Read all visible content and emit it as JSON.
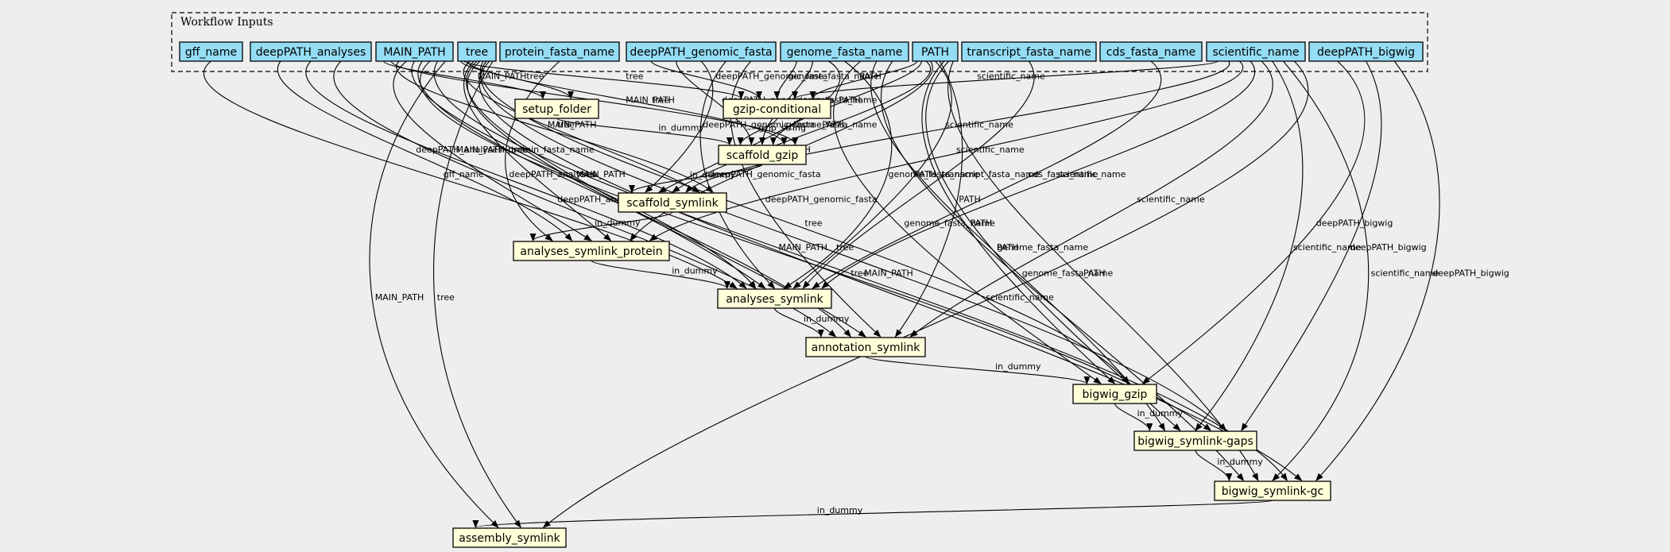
{
  "cluster": {
    "title": "Workflow Inputs"
  },
  "colors": {
    "input_fill": "#94ddf4",
    "step_fill": "#ffffd8",
    "background": "#eeeeee"
  },
  "inputs": [
    {
      "id": "gff_name",
      "label": "gff_name"
    },
    {
      "id": "deepPATH_analyses",
      "label": "deepPATH_analyses"
    },
    {
      "id": "MAIN_PATH",
      "label": "MAIN_PATH"
    },
    {
      "id": "tree",
      "label": "tree"
    },
    {
      "id": "protein_fasta_name",
      "label": "protein_fasta_name"
    },
    {
      "id": "deepPATH_genomic_fasta",
      "label": "deepPATH_genomic_fasta"
    },
    {
      "id": "genome_fasta_name",
      "label": "genome_fasta_name"
    },
    {
      "id": "PATH",
      "label": "PATH"
    },
    {
      "id": "transcript_fasta_name",
      "label": "transcript_fasta_name"
    },
    {
      "id": "cds_fasta_name",
      "label": "cds_fasta_name"
    },
    {
      "id": "scientific_name",
      "label": "scientific_name"
    },
    {
      "id": "deepPATH_bigwig",
      "label": "deepPATH_bigwig"
    }
  ],
  "steps": [
    {
      "id": "setup_folder",
      "label": "setup_folder"
    },
    {
      "id": "gzip_conditional",
      "label": "gzip-conditional"
    },
    {
      "id": "scaffold_gzip",
      "label": "scaffold_gzip"
    },
    {
      "id": "scaffold_symlink",
      "label": "scaffold_symlink"
    },
    {
      "id": "analyses_symlink_protein",
      "label": "analyses_symlink_protein"
    },
    {
      "id": "analyses_symlink",
      "label": "analyses_symlink"
    },
    {
      "id": "annotation_symlink",
      "label": "annotation_symlink"
    },
    {
      "id": "bigwig_gzip",
      "label": "bigwig_gzip"
    },
    {
      "id": "bigwig_symlink_gaps",
      "label": "bigwig_symlink-gaps"
    },
    {
      "id": "bigwig_symlink_gc",
      "label": "bigwig_symlink-gc"
    },
    {
      "id": "assembly_symlink",
      "label": "assembly_symlink"
    }
  ],
  "edges": [
    {
      "from": "MAIN_PATH",
      "to": "setup_folder",
      "label": "MAIN_PATH"
    },
    {
      "from": "tree",
      "to": "setup_folder",
      "label": "tree"
    },
    {
      "from": "tree",
      "to": "gzip_conditional",
      "label": "tree"
    },
    {
      "from": "deepPATH_genomic_fasta",
      "to": "gzip_conditional",
      "label": "deepPATH_genomic_fasta"
    },
    {
      "from": "genome_fasta_name",
      "to": "gzip_conditional",
      "label": "genome_fasta_name"
    },
    {
      "from": "scientific_name",
      "to": "gzip_conditional",
      "label": "scientific_name"
    },
    {
      "from": "PATH",
      "to": "gzip_conditional",
      "label": "PATH"
    },
    {
      "from": "setup_folder",
      "to": "scaffold_gzip",
      "label": "in_dummy"
    },
    {
      "from": "gzip_conditional",
      "to": "scaffold_gzip",
      "label": "gzip_string"
    },
    {
      "from": "deepPATH_genomic_fasta",
      "to": "scaffold_gzip",
      "label": "deepPATH_genomic_fasta"
    },
    {
      "from": "genome_fasta_name",
      "to": "scaffold_gzip",
      "label": "genome_fasta_name"
    },
    {
      "from": "PATH",
      "to": "scaffold_gzip",
      "label": "PATH"
    },
    {
      "from": "tree",
      "to": "scaffold_gzip",
      "label": "tree"
    },
    {
      "from": "MAIN_PATH",
      "to": "scaffold_gzip",
      "label": "MAIN_PATH"
    },
    {
      "from": "scaffold_gzip",
      "to": "scaffold_symlink",
      "label": "in_dummy"
    },
    {
      "from": "deepPATH_genomic_fasta",
      "to": "scaffold_symlink",
      "label": "deepPATH_genomic_fasta"
    },
    {
      "from": "genome_fasta_name",
      "to": "scaffold_symlink",
      "label": "genome_fasta_name"
    },
    {
      "from": "PATH",
      "to": "scaffold_symlink",
      "label": "PATH"
    },
    {
      "from": "scientific_name",
      "to": "scaffold_symlink",
      "label": "scientific_name"
    },
    {
      "from": "tree",
      "to": "scaffold_symlink",
      "label": "tree"
    },
    {
      "from": "MAIN_PATH",
      "to": "scaffold_symlink",
      "label": "MAIN_PATH"
    },
    {
      "from": "scaffold_symlink",
      "to": "analyses_symlink_protein",
      "label": "in_dummy"
    },
    {
      "from": "protein_fasta_name",
      "to": "analyses_symlink_protein",
      "label": "protein_fasta_name"
    },
    {
      "from": "deepPATH_analyses",
      "to": "analyses_symlink_protein",
      "label": "deepPATH_analyses"
    },
    {
      "from": "MAIN_PATH",
      "to": "analyses_symlink_protein",
      "label": "MAIN_PATH"
    },
    {
      "from": "tree",
      "to": "analyses_symlink_protein",
      "label": "tree"
    },
    {
      "from": "PATH",
      "to": "analyses_symlink_protein",
      "label": "PATH"
    },
    {
      "from": "scientific_name",
      "to": "analyses_symlink_protein",
      "label": "scientific_name"
    },
    {
      "from": "analyses_symlink_protein",
      "to": "analyses_symlink",
      "label": "in_dummy"
    },
    {
      "from": "gff_name",
      "to": "analyses_symlink",
      "label": "gff_name"
    },
    {
      "from": "deepPATH_analyses",
      "to": "analyses_symlink",
      "label": "deepPATH_analyses"
    },
    {
      "from": "MAIN_PATH",
      "to": "analyses_symlink",
      "label": "MAIN_PATH"
    },
    {
      "from": "tree",
      "to": "analyses_symlink",
      "label": "tree"
    },
    {
      "from": "deepPATH_genomic_fasta",
      "to": "analyses_symlink",
      "label": "deepPATH_genomic_fasta"
    },
    {
      "from": "genome_fasta_name",
      "to": "analyses_symlink",
      "label": "genome_fasta_name"
    },
    {
      "from": "PATH",
      "to": "analyses_symlink",
      "label": "PATH"
    },
    {
      "from": "transcript_fasta_name",
      "to": "analyses_symlink",
      "label": "transcript_fasta_name"
    },
    {
      "from": "cds_fasta_name",
      "to": "analyses_symlink",
      "label": "cds_fasta_name"
    },
    {
      "from": "scientific_name",
      "to": "analyses_symlink",
      "label": "scientific_name"
    },
    {
      "from": "analyses_symlink",
      "to": "annotation_symlink",
      "label": "in_dummy"
    },
    {
      "from": "deepPATH_analyses",
      "to": "annotation_symlink",
      "label": "deepPATH_analyses"
    },
    {
      "from": "MAIN_PATH",
      "to": "annotation_symlink",
      "label": "MAIN_PATH"
    },
    {
      "from": "tree",
      "to": "annotation_symlink",
      "label": "tree"
    },
    {
      "from": "deepPATH_genomic_fasta",
      "to": "annotation_symlink",
      "label": "deepPATH_genomic_fasta"
    },
    {
      "from": "PATH",
      "to": "annotation_symlink",
      "label": "PATH"
    },
    {
      "from": "scientific_name",
      "to": "annotation_symlink",
      "label": "scientific_name"
    },
    {
      "from": "annotation_symlink",
      "to": "bigwig_gzip",
      "label": "in_dummy"
    },
    {
      "from": "genome_fasta_name",
      "to": "bigwig_gzip",
      "label": "genome_fasta_name"
    },
    {
      "from": "PATH",
      "to": "bigwig_gzip",
      "label": "PATH"
    },
    {
      "from": "tree",
      "to": "bigwig_gzip",
      "label": "tree"
    },
    {
      "from": "deepPATH_bigwig",
      "to": "bigwig_gzip",
      "label": "deepPATH_bigwig"
    },
    {
      "from": "bigwig_gzip",
      "to": "bigwig_symlink_gaps",
      "label": "in_dummy"
    },
    {
      "from": "genome_fasta_name",
      "to": "bigwig_symlink_gaps",
      "label": "genome_fasta_name"
    },
    {
      "from": "PATH",
      "to": "bigwig_symlink_gaps",
      "label": "PATH"
    },
    {
      "from": "scientific_name",
      "to": "bigwig_symlink_gaps",
      "label": "scientific_name"
    },
    {
      "from": "MAIN_PATH",
      "to": "bigwig_symlink_gaps",
      "label": "MAIN_PATH"
    },
    {
      "from": "tree",
      "to": "bigwig_symlink_gaps",
      "label": "tree"
    },
    {
      "from": "deepPATH_bigwig",
      "to": "bigwig_symlink_gaps",
      "label": "deepPATH_bigwig"
    },
    {
      "from": "bigwig_symlink_gaps",
      "to": "bigwig_symlink_gc",
      "label": "in_dummy"
    },
    {
      "from": "genome_fasta_name",
      "to": "bigwig_symlink_gc",
      "label": "genome_fasta_name"
    },
    {
      "from": "PATH",
      "to": "bigwig_symlink_gc",
      "label": "PATH"
    },
    {
      "from": "scientific_name",
      "to": "bigwig_symlink_gc",
      "label": "scientific_name"
    },
    {
      "from": "MAIN_PATH",
      "to": "bigwig_symlink_gc",
      "label": "MAIN_PATH"
    },
    {
      "from": "tree",
      "to": "bigwig_symlink_gc",
      "label": "tree"
    },
    {
      "from": "deepPATH_bigwig",
      "to": "bigwig_symlink_gc",
      "label": "deepPATH_bigwig"
    },
    {
      "from": "bigwig_symlink_gc",
      "to": "assembly_symlink",
      "label": "in_dummy"
    },
    {
      "from": "MAIN_PATH",
      "to": "assembly_symlink",
      "label": "MAIN_PATH"
    },
    {
      "from": "tree",
      "to": "assembly_symlink",
      "label": "tree"
    },
    {
      "from": "scientific_name",
      "to": "assembly_symlink",
      "label": "scientific_name"
    }
  ]
}
